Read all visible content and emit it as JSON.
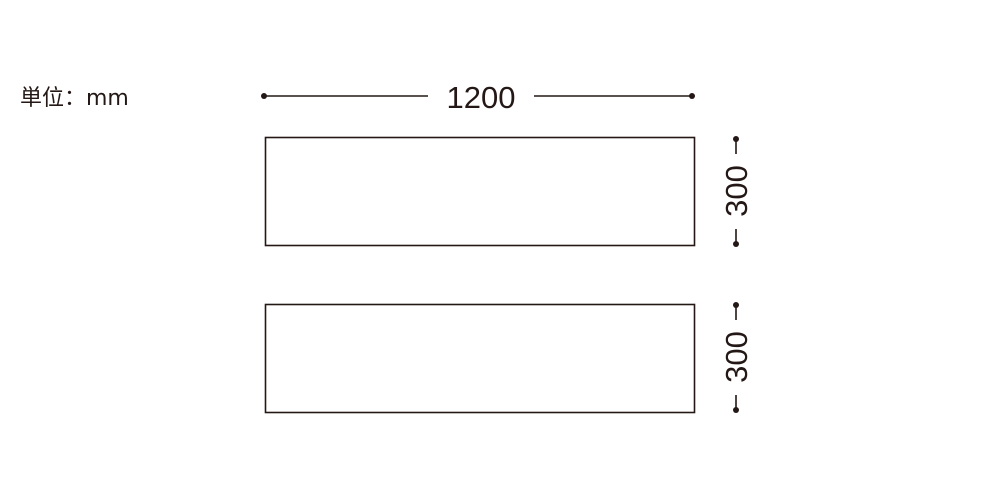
{
  "unit_label": "単位：mm",
  "dimensions": {
    "width": "1200",
    "panel_top_height": "300",
    "panel_bottom_height": "300"
  },
  "colors": {
    "line": "#231815",
    "background": "#ffffff"
  }
}
